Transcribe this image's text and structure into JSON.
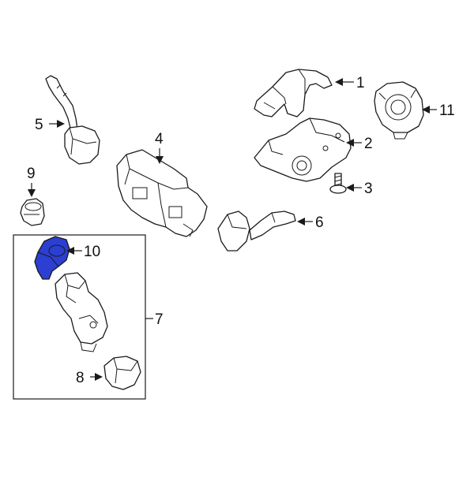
{
  "highlight_color": "#2b3fd1",
  "labels": {
    "p1": "1",
    "p2": "2",
    "p3": "3",
    "p4": "4",
    "p5": "5",
    "p6": "6",
    "p7": "7",
    "p8": "8",
    "p9": "9",
    "p10": "10",
    "p11": "11"
  },
  "highlighted_part": "10"
}
